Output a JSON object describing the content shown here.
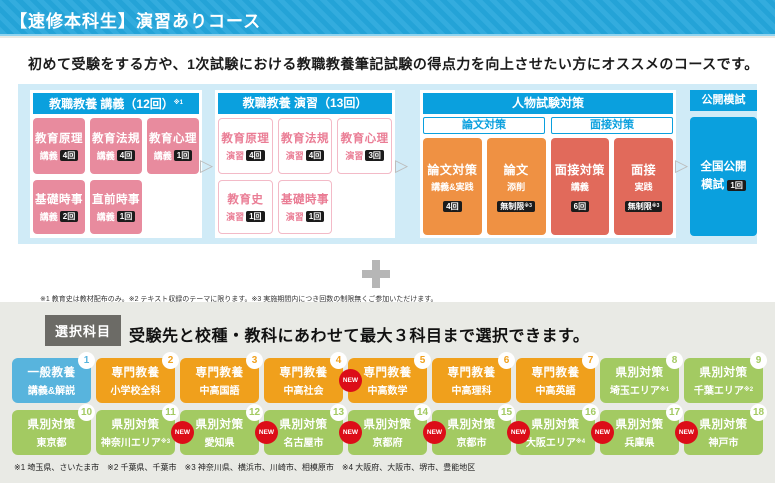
{
  "header": {
    "title": "【速修本科生】演習ありコース"
  },
  "intro": "初めて受験をする方や、1次試験における教職教養筆記試験の得点力を向上させたい方にオススメのコースです。",
  "icons": {
    "arrow_right": "▷"
  },
  "flow": {
    "lecture": {
      "title": "教職教養 講義（12回）",
      "note": "※1",
      "items": [
        {
          "name": "教育原理",
          "type": "講義",
          "count": "4回"
        },
        {
          "name": "教育法規",
          "type": "講義",
          "count": "4回"
        },
        {
          "name": "教育心理",
          "type": "講義",
          "count": "1回"
        },
        {
          "name": "基礎時事",
          "type": "講義",
          "count": "2回"
        },
        {
          "name": "直前時事",
          "type": "講義",
          "count": "1回"
        }
      ]
    },
    "exercise": {
      "title": "教職教養 演習（13回）",
      "items": [
        {
          "name": "教育原理",
          "type": "演習",
          "count": "4回"
        },
        {
          "name": "教育法規",
          "type": "演習",
          "count": "4回"
        },
        {
          "name": "教育心理",
          "type": "演習",
          "count": "3回"
        },
        {
          "name": "教育史",
          "type": "演習",
          "count": "1回"
        },
        {
          "name": "基礎時事",
          "type": "演習",
          "count": "1回"
        }
      ]
    },
    "personal": {
      "title": "人物試験対策",
      "subgroups": [
        {
          "label": "論文対策"
        },
        {
          "label": "面接対策"
        }
      ],
      "items": [
        {
          "name": "論文対策",
          "type": "講義&実践",
          "count": "4回"
        },
        {
          "name": "論文",
          "type": "添削",
          "count": "無制限",
          "note": "※3"
        },
        {
          "name": "面接対策",
          "type": "講義",
          "count": "6回"
        },
        {
          "name": "面接",
          "type": "実践",
          "count": "無制限",
          "note": "※3"
        }
      ]
    },
    "mock": {
      "title": "公開模試",
      "item": {
        "name": "全国公開模試",
        "count": "1回"
      }
    },
    "footnote": "※1 教育史は教材配布のみ。※2 テキスト収録のテーマに限ります。※3 実施期間内につき回数の制限無くご参加いただけます。"
  },
  "selection": {
    "label": "選択科目",
    "headline": "受験先と校種・教科にあわせて最大３科目まで選択できます。",
    "new_label": "NEW",
    "items": [
      {
        "num": "1",
        "line1": "一般教養",
        "line2": "講義&解説"
      },
      {
        "num": "2",
        "line1": "専門教養",
        "line2": "小学校全科"
      },
      {
        "num": "3",
        "line1": "専門教養",
        "line2": "中高国語"
      },
      {
        "num": "4",
        "line1": "専門教養",
        "line2": "中高社会"
      },
      {
        "num": "5",
        "line1": "専門教養",
        "line2": "中高数学"
      },
      {
        "num": "6",
        "line1": "専門教養",
        "line2": "中高理科"
      },
      {
        "num": "7",
        "line1": "専門教養",
        "line2": "中高英語"
      },
      {
        "num": "8",
        "line1": "県別対策",
        "line2": "埼玉エリア",
        "note": "※1"
      },
      {
        "num": "9",
        "line1": "県別対策",
        "line2": "千葉エリア",
        "note": "※2"
      },
      {
        "num": "10",
        "line1": "県別対策",
        "line2": "東京都"
      },
      {
        "num": "11",
        "line1": "県別対策",
        "line2": "神奈川エリア",
        "note": "※3"
      },
      {
        "num": "12",
        "line1": "県別対策",
        "line2": "愛知県"
      },
      {
        "num": "13",
        "line1": "県別対策",
        "line2": "名古屋市"
      },
      {
        "num": "14",
        "line1": "県別対策",
        "line2": "京都府"
      },
      {
        "num": "15",
        "line1": "県別対策",
        "line2": "京都市"
      },
      {
        "num": "16",
        "line1": "県別対策",
        "line2": "大阪エリア",
        "note": "※4"
      },
      {
        "num": "17",
        "line1": "県別対策",
        "line2": "兵庫県"
      },
      {
        "num": "18",
        "line1": "県別対策",
        "line2": "神戸市"
      }
    ],
    "footnote": "※1 埼玉県、さいたま市　※2 千葉県、千葉市　※3 神奈川県、横浜市、川崎市、相模原市　※4 大阪府、大阪市、堺市、豊能地区"
  },
  "colors": {
    "accent_blue": "#0aa0de",
    "stripe_blue": "#29a8db",
    "panel_blue": "#d0ebf7",
    "pink": "#e88b9e",
    "orange": "#ef9143",
    "salmon": "#e16a5b",
    "grid_blue": "#58b4dd",
    "grid_orange": "#f0a01c",
    "grid_green": "#a3ca62",
    "new_red": "#dc0d18",
    "label_gray": "#6c6b66",
    "page_bg": "#e9eae5"
  }
}
